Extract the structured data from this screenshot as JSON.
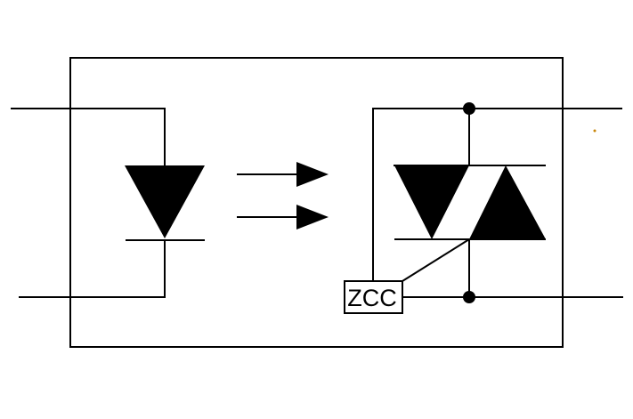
{
  "diagram": {
    "labels": {
      "zcc_block": "ZCC"
    },
    "colors": {
      "line": "#000000",
      "symbol_fill": "#000000",
      "background": "#ffffff",
      "artifact_speck": "#c8860a"
    },
    "icons": {
      "led-diode-icon": "filled downward triangle with cathode bar",
      "light-emission-arrow-icon": "horizontal line with solid right-pointing arrowhead",
      "triac-icon": "two opposed filled triangles between horizontal bars",
      "junction-dot-icon": "filled circle wire junction",
      "package-outline-box": "rectangular component outline",
      "zcc-block": "small labeled rectangle"
    }
  }
}
